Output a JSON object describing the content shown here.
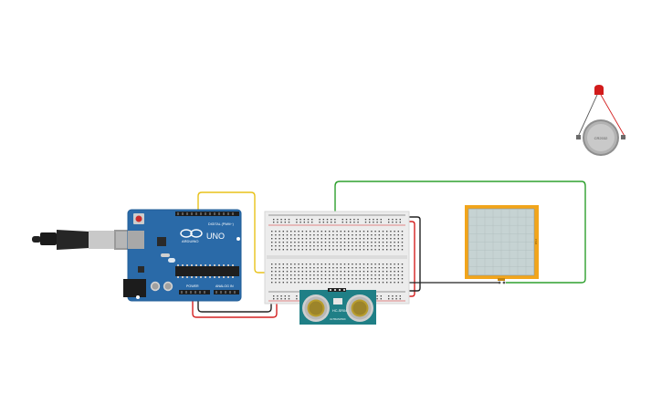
{
  "arduino": {
    "brand": "ARDUINO",
    "model": "UNO",
    "digital_header": "DIGITAL (PWM~)",
    "power_label": "POWER",
    "analog_label": "ANALOG IN"
  },
  "sensor": {
    "name": "HC-SR04",
    "subtitle": "ULTRASONIC"
  },
  "fsr": {
    "label": "FSR"
  },
  "battery": {
    "label": "CR2032"
  },
  "colors": {
    "wire_yellow": "#e8c21a",
    "wire_green": "#2ea02e",
    "wire_red": "#d42020",
    "wire_black": "#222222",
    "arduino_blue": "#2a6aa8",
    "sensor_teal": "#1f7f86",
    "fsr_orange": "#f2a51b",
    "led_red": "#d21b1b"
  },
  "icons": {
    "usb": "usb-cable-icon",
    "led": "led-icon",
    "battery": "coin-battery-icon"
  }
}
